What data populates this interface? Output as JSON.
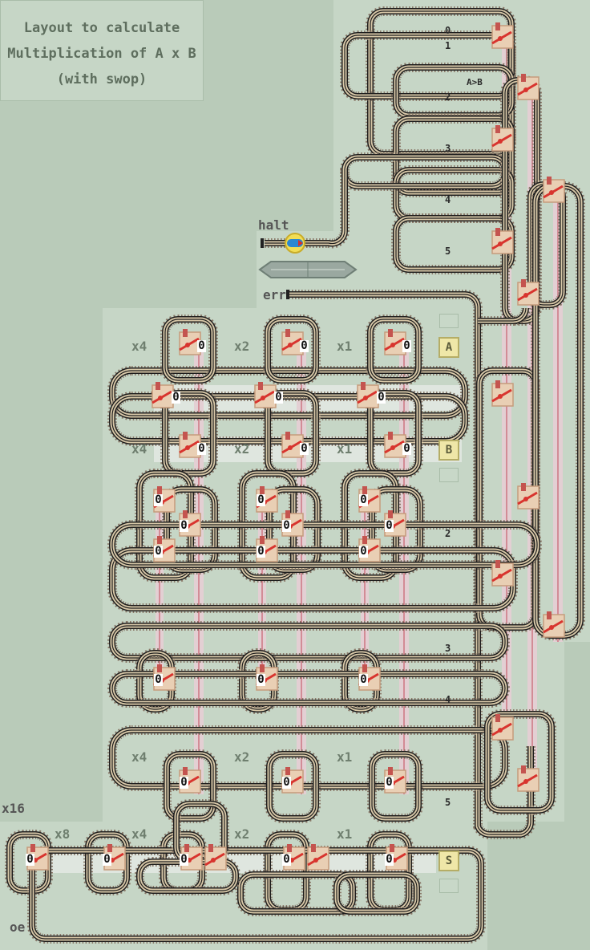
{
  "title": {
    "line1": "Layout to calculate",
    "line2": "Multiplication of A x B",
    "line3": "(with swop)"
  },
  "labels": {
    "halt": "halt",
    "err": "err",
    "oe": "oe",
    "x16": "x16",
    "x8": "x8",
    "x4": "x4",
    "x2": "x2",
    "x1": "x1",
    "a_gt_b": "A>B",
    "n0": "0",
    "n1": "1",
    "n2": "2",
    "n3": "3",
    "n4": "4",
    "n5": "5"
  },
  "badges": {
    "a": "A",
    "b": "B",
    "s": "S"
  },
  "bit_value": "0",
  "colors": {
    "background": "#b9cbb9",
    "board": "#c6d6c6",
    "rail": "#d8c8a8",
    "tie": "#8a7a6a",
    "signal_line": "#c2485a",
    "switch_lever": "#d8342e"
  }
}
